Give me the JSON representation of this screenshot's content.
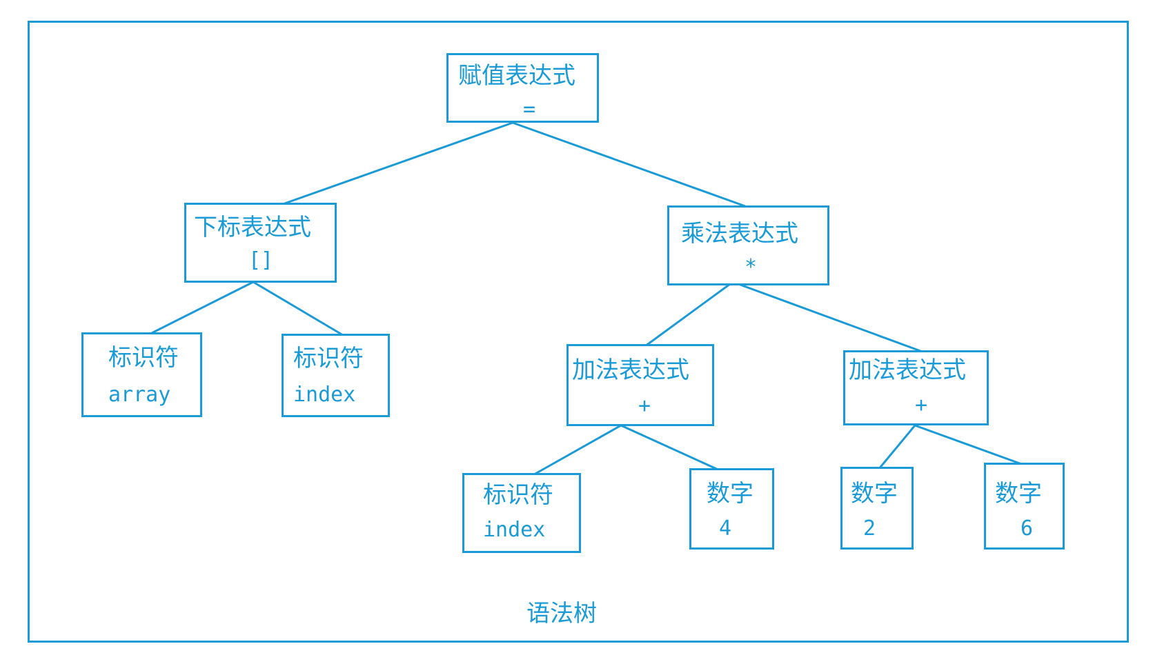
{
  "colors": {
    "stroke": "#1a9bd7",
    "text": "#1a9bd7",
    "background": "#ffffff"
  },
  "caption": "语法树",
  "nodes": {
    "assign": {
      "label": "赋值表达式",
      "value": "="
    },
    "subscript": {
      "label": "下标表达式",
      "value": "[]"
    },
    "multiply": {
      "label": "乘法表达式",
      "value": "*"
    },
    "id_array": {
      "label": "标识符",
      "value": "array"
    },
    "id_index_1": {
      "label": "标识符",
      "value": "index"
    },
    "add_left": {
      "label": "加法表达式",
      "value": "+"
    },
    "add_right": {
      "label": "加法表达式",
      "value": "+"
    },
    "id_index_2": {
      "label": "标识符",
      "value": "index"
    },
    "num_4": {
      "label": "数字",
      "value": "4"
    },
    "num_2": {
      "label": "数字",
      "value": "2"
    },
    "num_6": {
      "label": "数字",
      "value": "6"
    }
  }
}
